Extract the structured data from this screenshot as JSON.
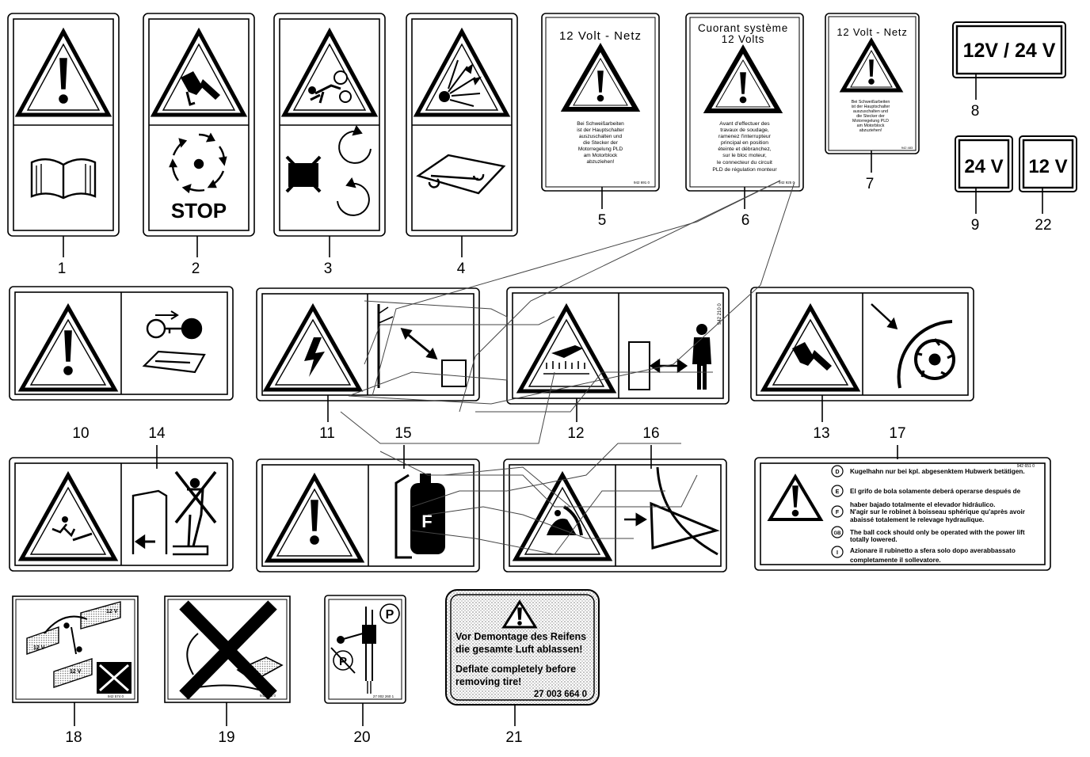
{
  "callouts": {
    "c1": "1",
    "c2": "2",
    "c3": "3",
    "c4": "4",
    "c5": "5",
    "c6": "6",
    "c7": "7",
    "c8": "8",
    "c9": "9",
    "c22": "22",
    "c10": "10",
    "c11": "11",
    "c12": "12",
    "c13": "13",
    "c14": "14",
    "c15": "15",
    "c16": "16",
    "c17": "17",
    "c18": "18",
    "c19": "19",
    "c20": "20",
    "c21": "21"
  },
  "labels": {
    "stop": "STOP",
    "l5": {
      "title": "12 Volt - Netz",
      "lines": [
        "Bei Schweißarbeiten",
        "ist der Hauptschalter",
        "auszuschalten und",
        "die Stecker der",
        "Motorregelung PLD",
        "am Motorblock",
        "abzuziehen!"
      ],
      "code": "942 691 0"
    },
    "l6": {
      "title1": "Cuorant système",
      "title2": "12 Volts",
      "lines": [
        "Avant d'effectuer des",
        "travaux de soudage,",
        "ramenez l'interrupteur",
        "principal en position",
        "éteinte et débranchez,",
        "sur le bloc moteur,",
        "le connecteur du circuit",
        "PLD de régulation monteur"
      ],
      "code": "942 925 0"
    },
    "l7": {
      "title": "12 Volt - Netz",
      "lines": [
        "Bei Schweißarbeiten",
        "ist der Hauptschalter",
        "auszuschalten und",
        "die Stecker der",
        "Motorregelung PLD",
        "am Motorblock",
        "abzuziehen!"
      ],
      "code": "942 483"
    },
    "v8": "12V / 24 V",
    "v9": "24 V",
    "v22": "12 V",
    "l17": {
      "code": "942 651 0",
      "rows": [
        {
          "lang": "D",
          "text": "Kugelhahn nur bei kpl. abgesenktem Hubwerk betätigen."
        },
        {
          "lang": "E",
          "text": "El grifo de bola solamente deberá operarse después de"
        },
        {
          "lang": "",
          "text": "haber bajado totalmente el elevador hidráulico."
        },
        {
          "lang": "F",
          "text": "N'agir sur le robinet à boisseau sphérique qu'après avoir"
        },
        {
          "lang": "",
          "text": "abaissé totalement le relevage hydraulique."
        },
        {
          "lang": "GB",
          "text": "The ball cock should only be operated with the power lift"
        },
        {
          "lang": "",
          "text": "totally lowered."
        },
        {
          "lang": "I",
          "text": "Azionare il rubinetto a sfera solo dopo averabbassato"
        },
        {
          "lang": "",
          "text": "completamente il sollevatore."
        }
      ]
    },
    "l18": {
      "bat1": "12 V",
      "bat2": "12 V",
      "bat3": "12 V",
      "code": "942 574 0"
    },
    "l19": {
      "code": "942 573 0"
    },
    "l20": {
      "code": "27 002 260 1"
    },
    "l21": {
      "de1": "Vor Demontage des Reifens",
      "de2": "die gesamte Luft ablassen!",
      "en1": "Deflate completely before",
      "en2": "removing tire!",
      "code": "27 003 664 0"
    },
    "l12code": "942 210 0"
  },
  "icons": [
    "warning-triangle-icon",
    "book-icon",
    "hand-cut-icon",
    "rotating-arrows-icon",
    "person-entangled-icon",
    "explosion-icon",
    "manual-wrench-icon",
    "key-icon",
    "electric-shock-icon",
    "hot-surface-icon",
    "person-icon",
    "blade-icon",
    "fall-icon",
    "fire-extinguisher-icon",
    "crush-icon",
    "battery-icon",
    "parking-icon"
  ]
}
